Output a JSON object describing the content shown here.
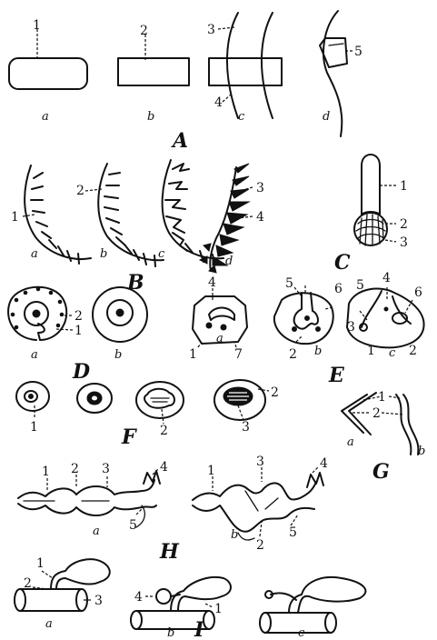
{
  "panels": {
    "A": {
      "letter": "A",
      "subs": [
        "a",
        "b",
        "c",
        "d"
      ],
      "numbers": [
        "1",
        "2",
        "3",
        "4",
        "5"
      ]
    },
    "B": {
      "letter": "B",
      "subs": [
        "a",
        "b",
        "c",
        "d"
      ],
      "numbers": [
        "1",
        "2",
        "3",
        "4"
      ]
    },
    "C": {
      "letter": "C",
      "numbers": [
        "1",
        "2",
        "3"
      ]
    },
    "D": {
      "letter": "D",
      "subs": [
        "a",
        "b"
      ],
      "numbers": [
        "2",
        "1"
      ]
    },
    "E": {
      "letter": "E",
      "subs": [
        "a",
        "b",
        "c"
      ],
      "numbers": [
        "4",
        "1",
        "7",
        "5",
        "6",
        "2",
        "5",
        "4",
        "6",
        "3",
        "1",
        "2"
      ]
    },
    "F": {
      "letter": "F",
      "numbers": [
        "1",
        "2",
        "2",
        "3"
      ]
    },
    "G": {
      "letter": "G",
      "subs": [
        "a",
        "b"
      ],
      "numbers": [
        "1",
        "2"
      ]
    },
    "H": {
      "letter": "H",
      "subs": [
        "a",
        "b"
      ],
      "numbers": [
        "1",
        "2",
        "3",
        "4",
        "5",
        "1",
        "3",
        "4",
        "5",
        "2"
      ]
    },
    "I": {
      "letter": "I",
      "subs": [
        "a",
        "b",
        "c"
      ],
      "numbers": [
        "1",
        "2",
        "3",
        "4",
        "1"
      ]
    }
  }
}
